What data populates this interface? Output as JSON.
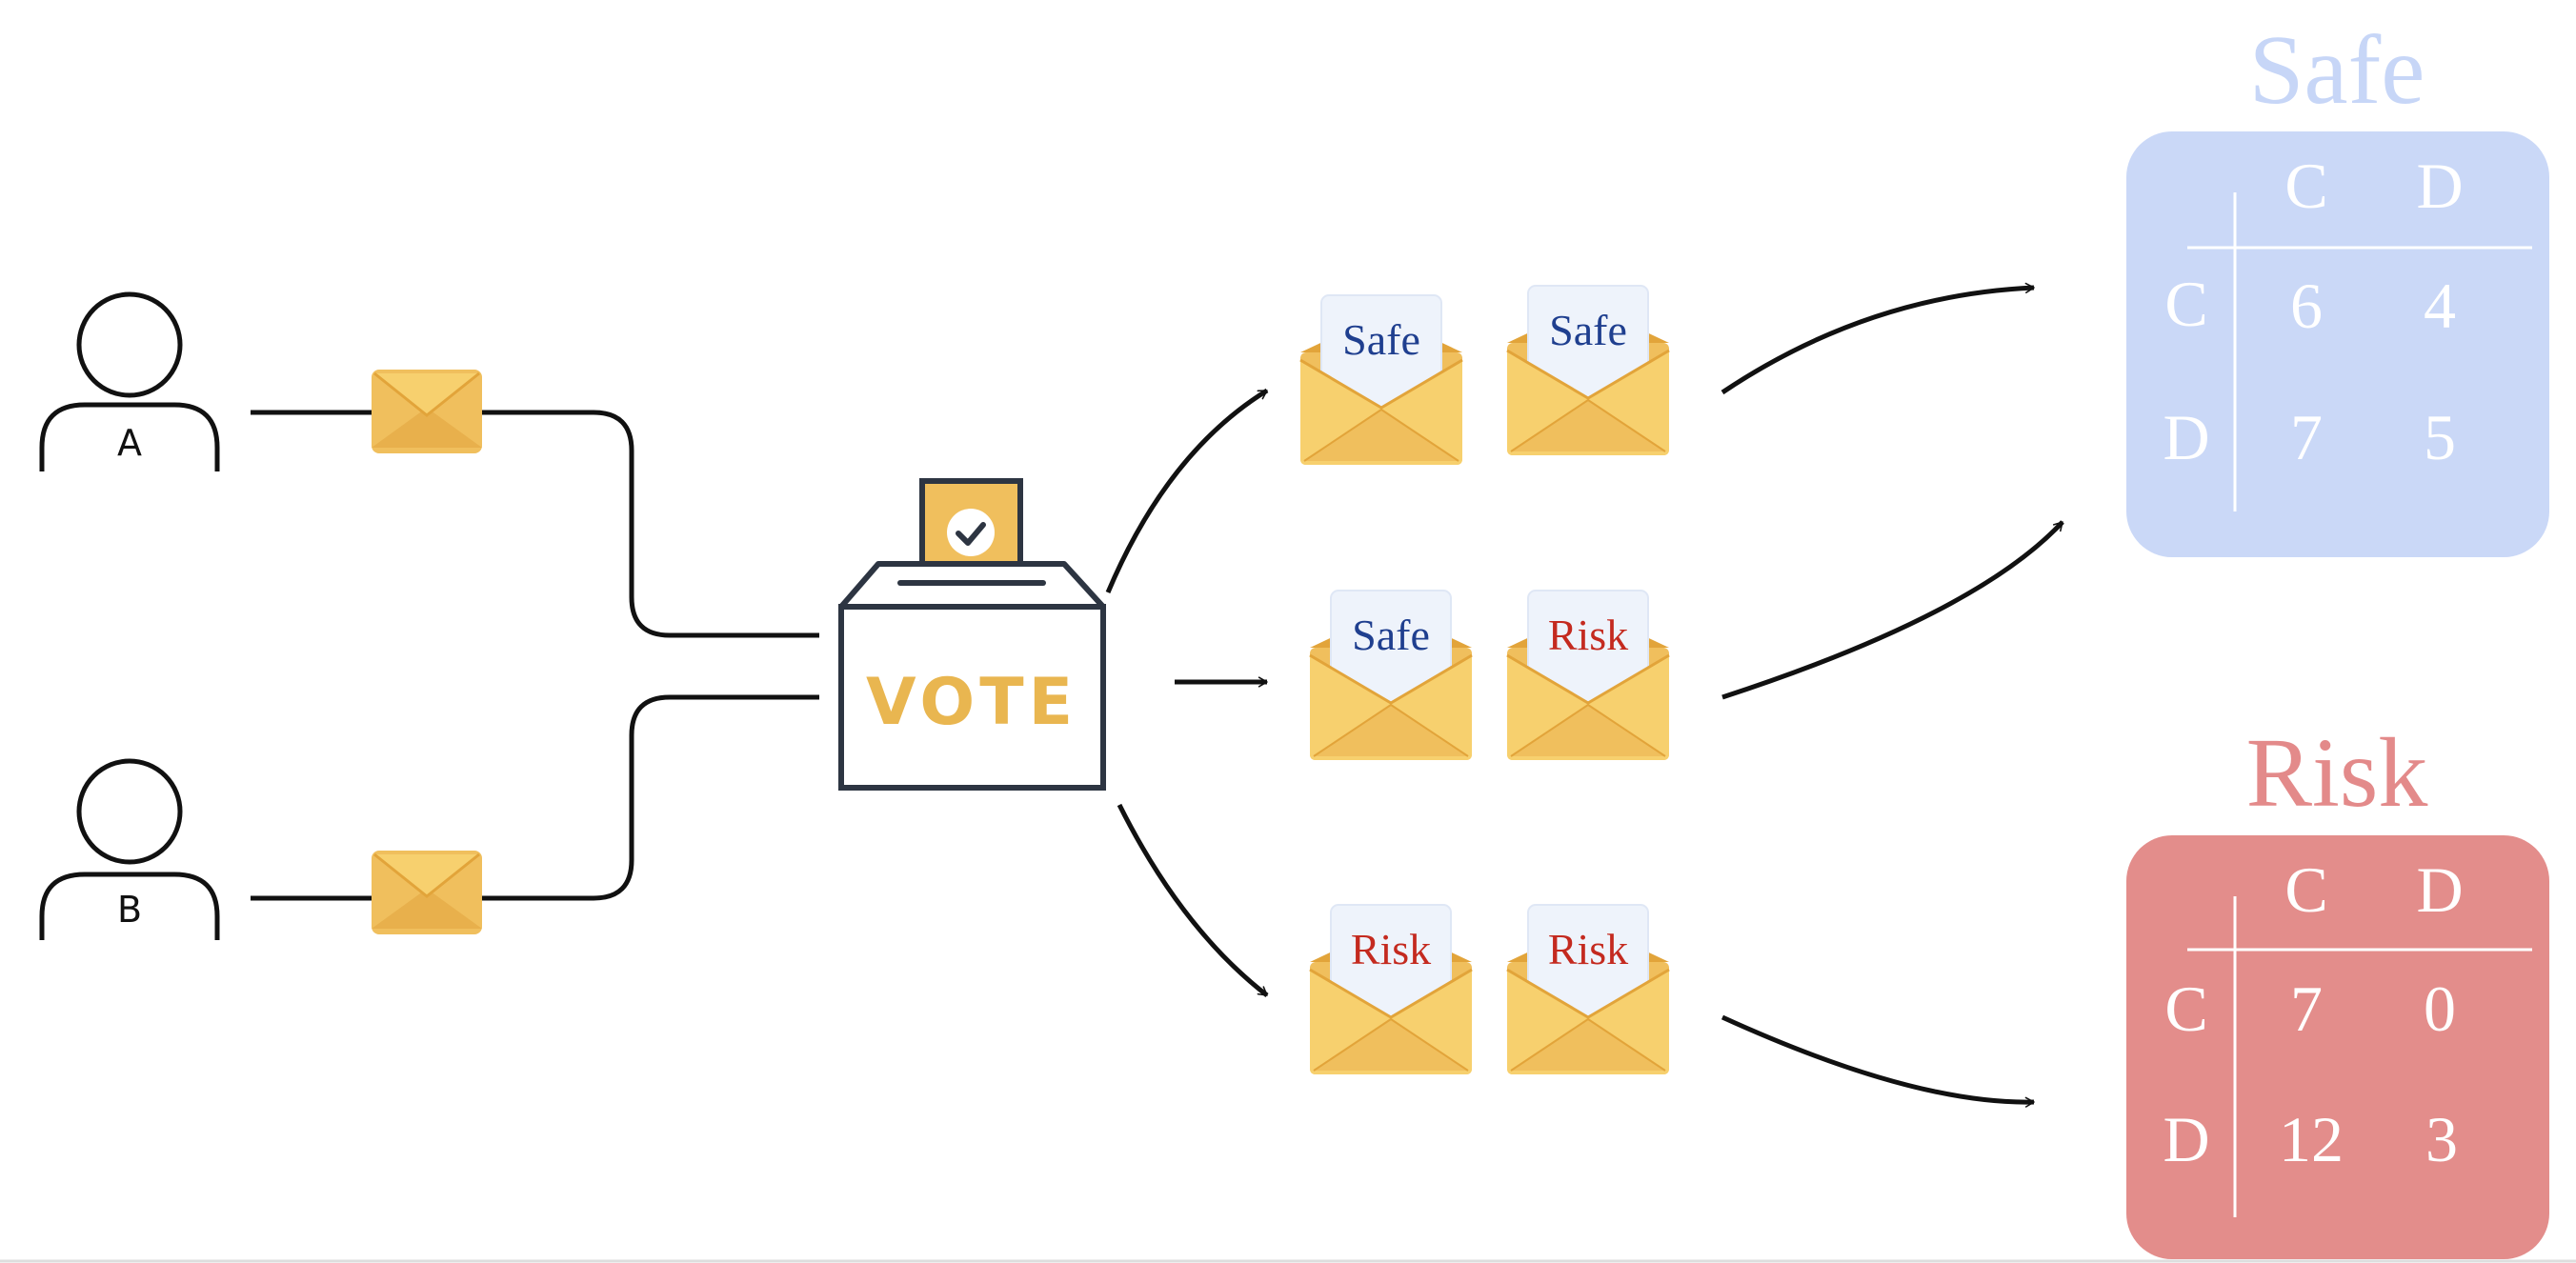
{
  "voters": [
    {
      "label": "A"
    },
    {
      "label": "B"
    }
  ],
  "ballot_box": {
    "label": "VOTE"
  },
  "outcomes": [
    {
      "cards": [
        "Safe",
        "Safe"
      ]
    },
    {
      "cards": [
        "Safe",
        "Risk"
      ]
    },
    {
      "cards": [
        "Risk",
        "Risk"
      ]
    }
  ],
  "games": [
    {
      "title": "Safe",
      "col_headers": [
        "C",
        "D"
      ],
      "row_headers": [
        "C",
        "D"
      ],
      "cells": [
        [
          "6",
          "4"
        ],
        [
          "7",
          "5"
        ]
      ]
    },
    {
      "title": "Risk",
      "col_headers": [
        "C",
        "D"
      ],
      "row_headers": [
        "C",
        "D"
      ],
      "cells": [
        [
          "7",
          "0"
        ],
        [
          "12",
          "3"
        ]
      ]
    }
  ],
  "colors": {
    "ink": "#111111",
    "box_outline": "#2d3542",
    "envelope": "#f0bf5d",
    "envelope_dark": "#e2a43a",
    "envelope_light": "#f7d06e",
    "vote_text": "#e9b650",
    "card": "#eef3fb",
    "safe_text": "#1f3f8f",
    "risk_text": "#c42a1f",
    "safe_panel": "#cad8f7",
    "safe_title": "#c7d6f7",
    "risk_panel": "#e38d8b",
    "risk_title": "#e38a8a",
    "panel_text": "#ffffff"
  }
}
